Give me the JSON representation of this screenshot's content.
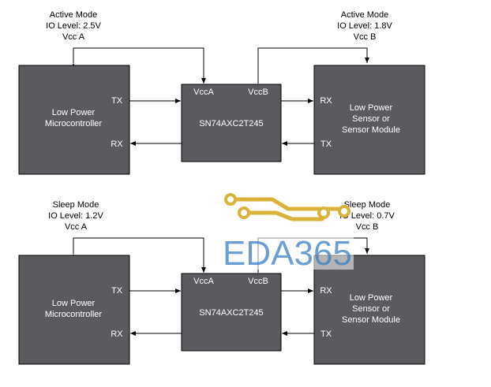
{
  "panels": [
    {
      "left_mode": "Active Mode",
      "left_io": "IO Level: 2.5V",
      "left_vcc": "Vcc A",
      "right_mode": "Active Mode",
      "right_io": "IO Level: 1.8V",
      "right_vcc": "Vcc B",
      "mcu_line1": "Low Power",
      "mcu_line2": "Microcontroller",
      "mcu_tx": "TX",
      "mcu_rx": "RX",
      "chip_vcca": "VccA",
      "chip_vccb": "VccB",
      "chip_name": "SN74AXC2T245",
      "sensor_line1": "Low Power",
      "sensor_line2": "Sensor or",
      "sensor_line3": "Sensor Module",
      "sensor_rx": "RX",
      "sensor_tx": "TX"
    },
    {
      "left_mode": "Sleep Mode",
      "left_io": "IO Level: 1.2V",
      "left_vcc": "Vcc A",
      "right_mode": "Sleep Mode",
      "right_io": "IO Level: 0.7V",
      "right_vcc": "Vcc B",
      "mcu_line1": "Low Power",
      "mcu_line2": "Microcontroller",
      "mcu_tx": "TX",
      "mcu_rx": "RX",
      "chip_vcca": "VccA",
      "chip_vccb": "VccB",
      "chip_name": "SN74AXC2T245",
      "sensor_line1": "Low Power",
      "sensor_line2": "Sensor or",
      "sensor_line3": "Sensor Module",
      "sensor_rx": "RX",
      "sensor_tx": "TX"
    }
  ],
  "watermark": {
    "text": "EDA365",
    "color": "#3a7fc3",
    "trace_color": "#d9b23a"
  },
  "colors": {
    "block_fill": "#5b5b5f",
    "block_text": "#ffffff",
    "line": "#000000"
  }
}
